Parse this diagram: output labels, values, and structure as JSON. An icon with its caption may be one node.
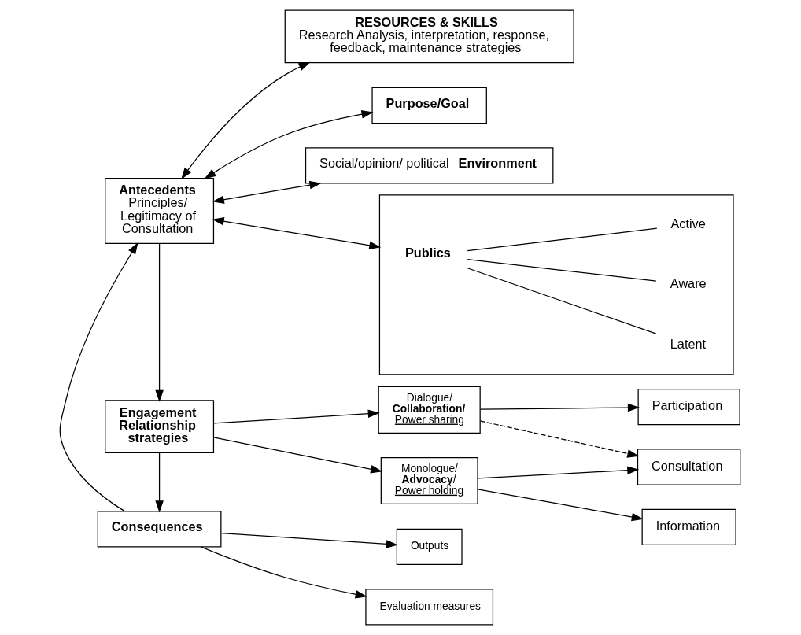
{
  "diagram": {
    "nodes": [
      {
        "text": [
          "Antecedents",
          "Principles/ Legitimacy of Consultation"
        ]
      },
      {
        "text": [
          "RESOURCES & SKILLS",
          "Research Analysis, interpretation, response, feedback, maintenance strategies"
        ]
      },
      {
        "text": [
          "Purpose/Goal"
        ]
      },
      {
        "text": [
          "Social/opinion/ political **Environment**"
        ]
      },
      {
        "text": [],
        "shape": "box"
      },
      {
        "text": [
          "Publics"
        ],
        "in": 4
      },
      {
        "text": [
          "Latent"
        ],
        "in": 4
      },
      {
        "text": [
          "Aware"
        ],
        "in": 4
      },
      {
        "text": [
          "Active"
        ],
        "in": 4
      },
      {
        "text": [
          "Engagement Relationship strategies"
        ]
      },
      {
        "text": [
          "Dialogue/",
          "Collaboration/",
          "Power sharing"
        ]
      },
      {
        "text": [
          "Monologue/",
          "**Advocacy**/",
          "Power holding"
        ]
      },
      {
        "text": [
          "Participation"
        ]
      },
      {
        "text": [
          "Consultation"
        ]
      },
      {
        "text": [
          "Information"
        ]
      },
      {
        "text": [
          "Consequences"
        ]
      },
      {
        "text": [
          "Outputs"
        ]
      },
      {
        "text": [
          "Evaluation measures"
        ]
      }
    ],
    "edges": [
      {
        "from": 0,
        "to": 1,
        "arrow": "both"
      },
      {
        "from": 0,
        "to": 2,
        "arrow": "both"
      },
      {
        "from": 0,
        "to": 3,
        "arrow": "both"
      },
      {
        "from": 0,
        "to": 4,
        "arrow": "both"
      },
      {
        "from": 5,
        "to": 6,
        "arrow": "none"
      },
      {
        "from": 5,
        "to": 7,
        "arrow": "none"
      },
      {
        "from": 5,
        "to": 8,
        "arrow": "none"
      },
      {
        "from": 0,
        "to": 9,
        "arrow": "to"
      },
      {
        "from": 9,
        "to": 10,
        "arrow": "to"
      },
      {
        "from": 9,
        "to": 11,
        "arrow": "to"
      },
      {
        "from": 10,
        "to": 12,
        "arrow": "to"
      },
      {
        "from": 10,
        "to": 13,
        "arrow": "to",
        "style": "dashed"
      },
      {
        "from": 11,
        "to": 13,
        "arrow": "to"
      },
      {
        "from": 11,
        "to": 14,
        "arrow": "to"
      },
      {
        "from": 9,
        "to": 15,
        "arrow": "to"
      },
      {
        "from": 15,
        "to": 16,
        "arrow": "to"
      },
      {
        "from": 15,
        "to": 17,
        "arrow": "to"
      },
      {
        "from": 15,
        "to": 0,
        "arrow": "to"
      }
    ]
  }
}
